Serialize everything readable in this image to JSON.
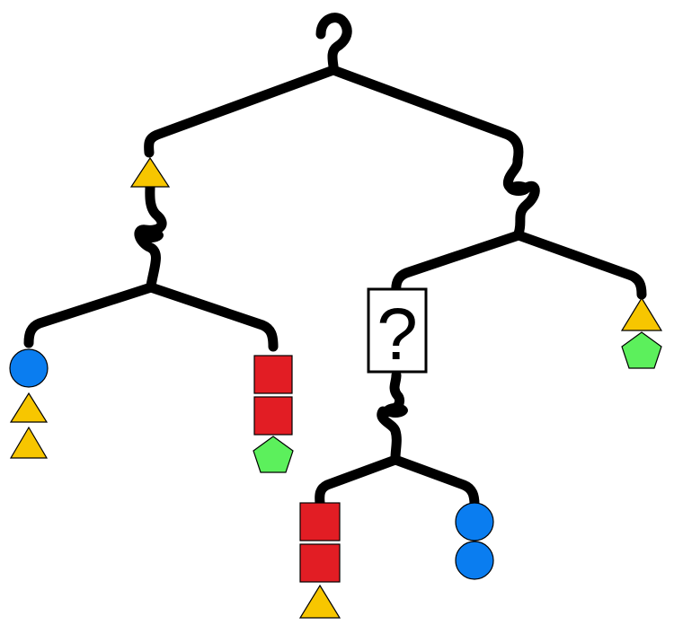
{
  "colors": {
    "circle": "#0a7df0",
    "triangle": "#f7c600",
    "square": "#e21d24",
    "pentagon": "#5cf05c",
    "wire": "#000000"
  },
  "mobile": {
    "hook_icon": "hook-icon",
    "mystery_box": {
      "label": "?"
    },
    "hanging_groups": [
      {
        "name": "left-left",
        "shapes": [
          "circle",
          "triangle",
          "triangle"
        ]
      },
      {
        "name": "left-right",
        "shapes": [
          "square",
          "square",
          "pentagon"
        ]
      },
      {
        "name": "right-left-left",
        "shapes": [
          "square",
          "square",
          "triangle"
        ]
      },
      {
        "name": "right-left-right",
        "shapes": [
          "circle",
          "circle"
        ]
      },
      {
        "name": "right-right",
        "shapes": [
          "triangle",
          "pentagon"
        ]
      }
    ],
    "bar_ends": [
      "triangle"
    ]
  }
}
